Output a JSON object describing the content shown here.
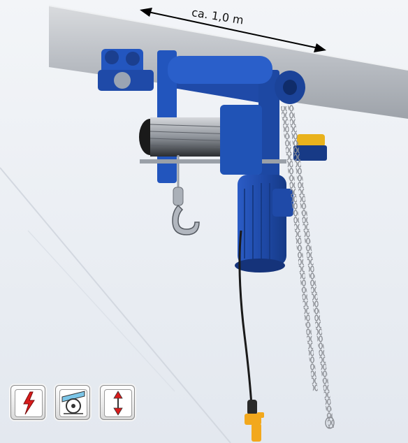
{
  "scene": {
    "dimension_label": "ca. 1,0 m",
    "colors": {
      "background": "#eef1f5",
      "rail": "#b8bcc2",
      "hoist_blue": "#1f4aa8",
      "hoist_dark_blue": "#163a86",
      "cable": "#1a1a1a",
      "chain": "#8c8f95",
      "plug_yellow": "#f2a81d",
      "pendant_yellow": "#e9b21c",
      "icon_red": "#d91c1c"
    }
  },
  "icons": [
    {
      "name": "electric-drive-icon",
      "symbol": "lightning-bolt"
    },
    {
      "name": "trolley-travel-icon",
      "symbol": "wheel-on-rail"
    },
    {
      "name": "hoist-up-down-icon",
      "symbol": "double-arrow-vertical"
    }
  ]
}
